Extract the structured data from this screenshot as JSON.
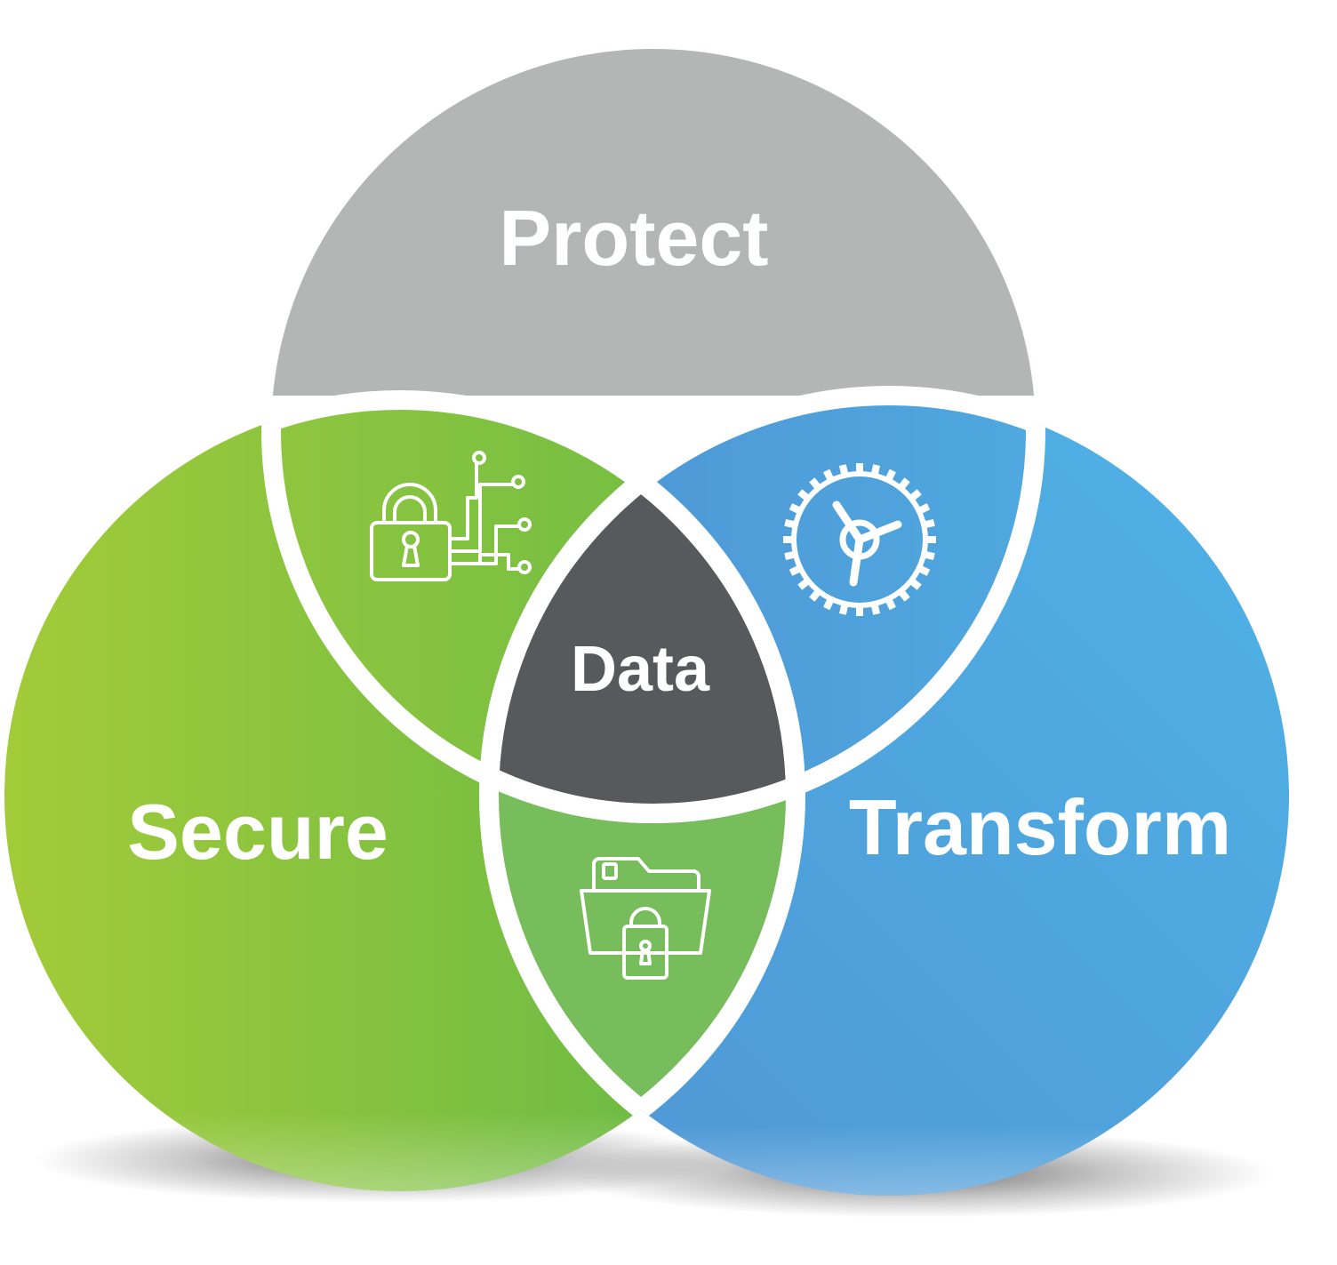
{
  "diagram": {
    "circles": [
      {
        "id": "protect",
        "label": "Protect",
        "color": "#b4b5b5"
      },
      {
        "id": "secure",
        "label": "Secure",
        "color_start": "#a3cb39",
        "color_end": "#62b846"
      },
      {
        "id": "transform",
        "label": "Transform",
        "color_start": "#4f95d4",
        "color_end": "#4fb3e6"
      }
    ],
    "center": {
      "label": "Data",
      "color": "#58595b"
    },
    "intersections": {
      "protect_secure": {
        "icon": "circuit-lock-icon",
        "color": "#8cc63f"
      },
      "protect_transform": {
        "icon": "gear-icon",
        "color": "#4fa8e0"
      },
      "secure_transform": {
        "icon": "folder-lock-icon",
        "color": "#78bd5b"
      }
    },
    "outline_color": "#ffffff"
  }
}
